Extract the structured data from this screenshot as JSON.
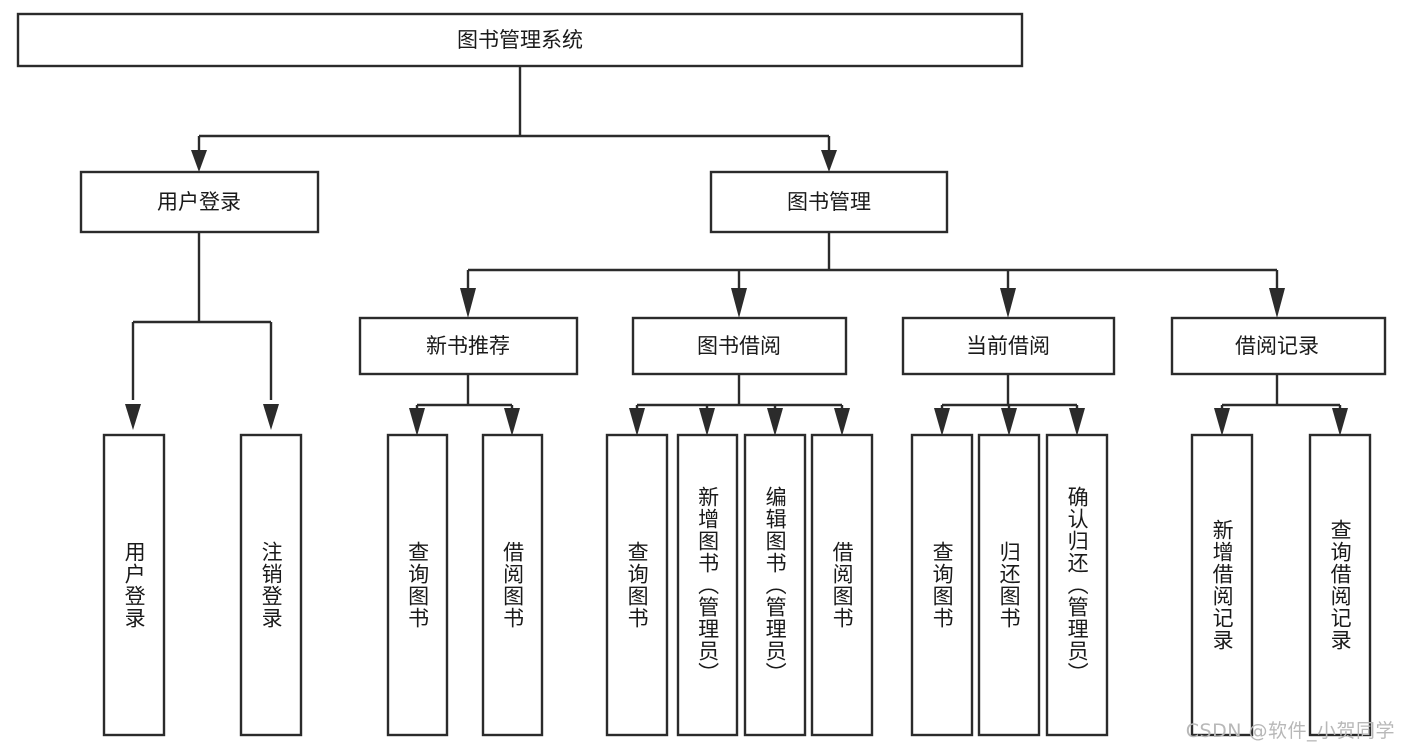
{
  "diagram": {
    "title": "图书管理系统",
    "type": "functional-structure-tree",
    "watermark": "CSDN @软件_小贺同学",
    "colors": {
      "background": "#ffffff",
      "box_fill": "#ffffff",
      "box_stroke": "#2b2b2b",
      "connector": "#2b2b2b",
      "text": "#1a1a1a",
      "watermark": "#b8b8b8"
    },
    "levels": {
      "root": {
        "label": "图书管理系统",
        "orientation": "horizontal"
      },
      "level2": [
        {
          "label": "用户登录",
          "orientation": "horizontal"
        },
        {
          "label": "图书管理",
          "orientation": "horizontal"
        }
      ],
      "level3": [
        {
          "label": "新书推荐",
          "orientation": "horizontal",
          "parent": "图书管理"
        },
        {
          "label": "图书借阅",
          "orientation": "horizontal",
          "parent": "图书管理"
        },
        {
          "label": "当前借阅",
          "orientation": "horizontal",
          "parent": "图书管理"
        },
        {
          "label": "借阅记录",
          "orientation": "horizontal",
          "parent": "图书管理"
        }
      ],
      "leaves": [
        {
          "label": "用户登录",
          "orientation": "vertical",
          "parent": "用户登录"
        },
        {
          "label": "注销登录",
          "orientation": "vertical",
          "parent": "用户登录"
        },
        {
          "label": "查询图书",
          "orientation": "vertical",
          "parent": "新书推荐"
        },
        {
          "label": "借阅图书",
          "orientation": "vertical",
          "parent": "新书推荐"
        },
        {
          "label": "查询图书",
          "orientation": "vertical",
          "parent": "图书借阅"
        },
        {
          "label": "新增图书（管理员）",
          "orientation": "vertical",
          "parent": "图书借阅"
        },
        {
          "label": "编辑图书（管理员）",
          "orientation": "vertical",
          "parent": "图书借阅"
        },
        {
          "label": "借阅图书",
          "orientation": "vertical",
          "parent": "图书借阅"
        },
        {
          "label": "查询图书",
          "orientation": "vertical",
          "parent": "当前借阅"
        },
        {
          "label": "归还图书",
          "orientation": "vertical",
          "parent": "当前借阅"
        },
        {
          "label": "确认归还（管理员）",
          "orientation": "vertical",
          "parent": "当前借阅"
        },
        {
          "label": "新增借阅记录",
          "orientation": "vertical",
          "parent": "借阅记录"
        },
        {
          "label": "查询借阅记录",
          "orientation": "vertical",
          "parent": "借阅记录"
        }
      ]
    }
  }
}
